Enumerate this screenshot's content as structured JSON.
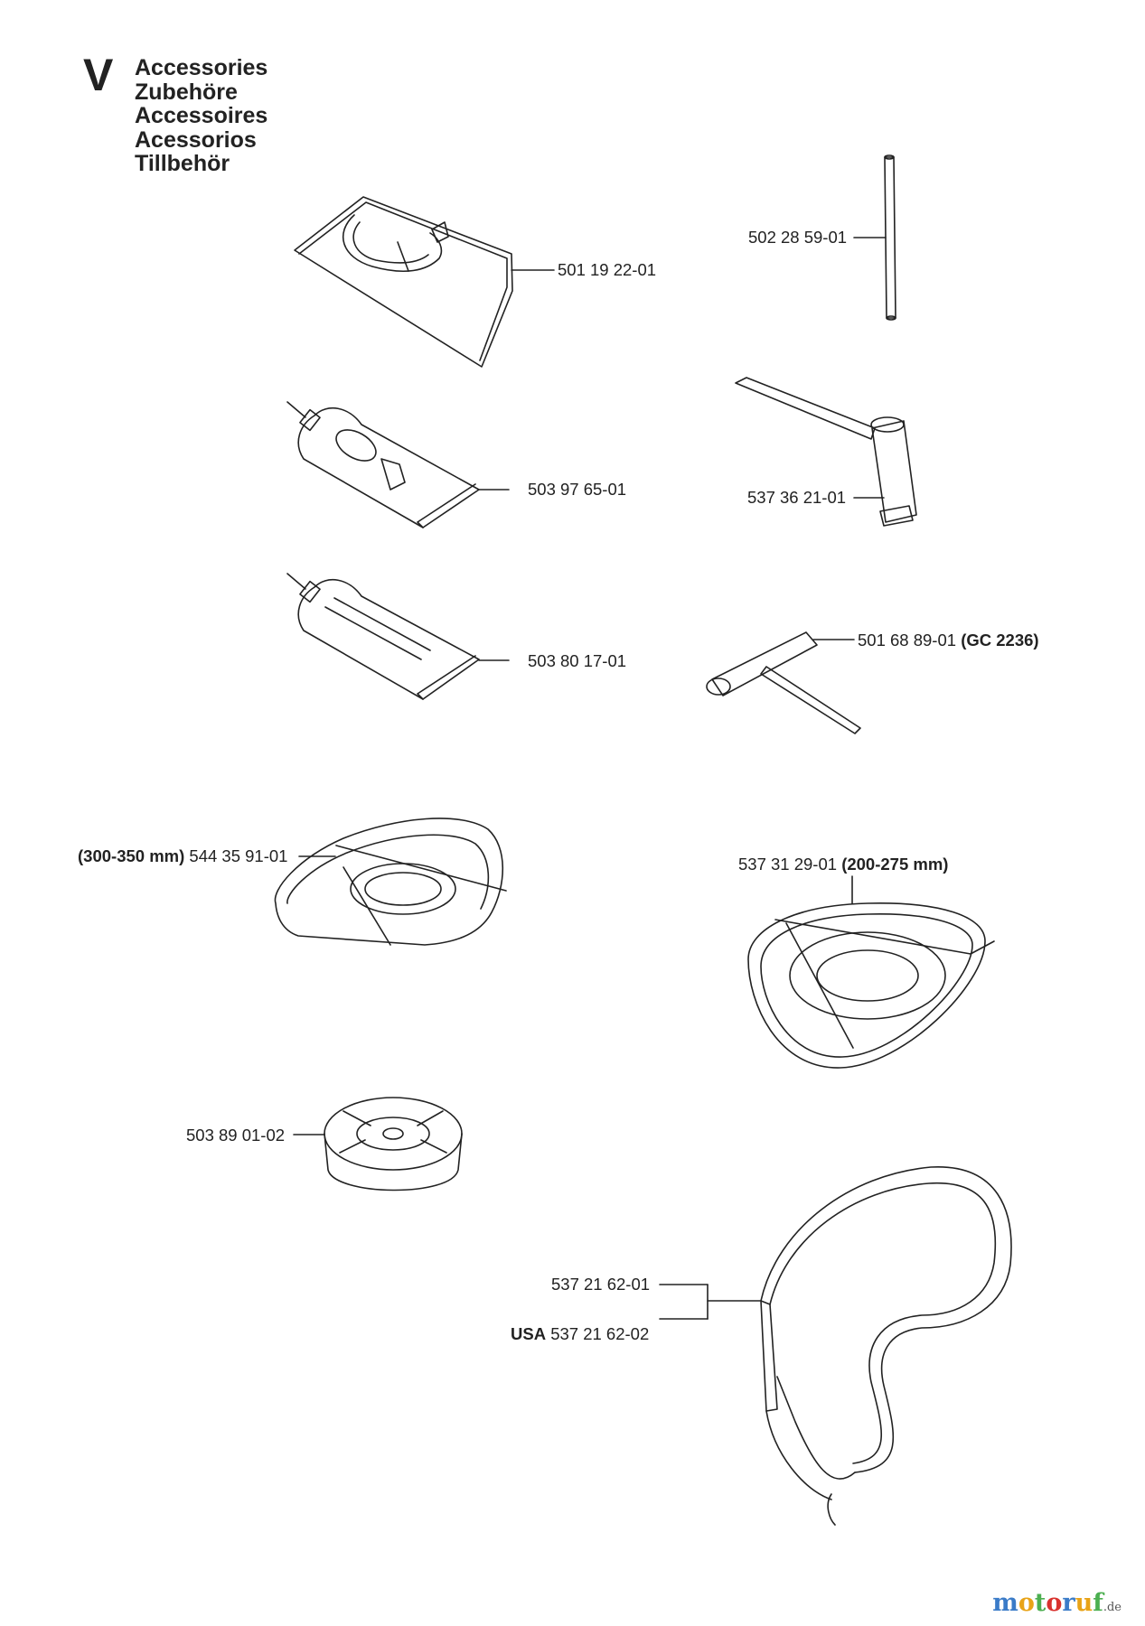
{
  "header": {
    "section": "V",
    "titles": [
      "Accessories",
      "Zubehöre",
      "Accessoires",
      "Acessorios",
      "Tillbehör"
    ]
  },
  "parts": {
    "p1": {
      "number": "501 19 22-01",
      "note": ""
    },
    "p2": {
      "number": "502 28 59-01",
      "note": ""
    },
    "p3": {
      "number": "503 97 65-01",
      "note": ""
    },
    "p4": {
      "number": "537 36 21-01",
      "note": ""
    },
    "p5": {
      "number": "503 80 17-01",
      "note": ""
    },
    "p6": {
      "number": "501 68 89-01",
      "note": "(GC 2236)"
    },
    "p7": {
      "number": "544 35 91-01",
      "prefix": "(300-350 mm)"
    },
    "p8": {
      "number": "537 31 29-01",
      "note": "(200-275 mm)"
    },
    "p9": {
      "number": "503 89 01-02",
      "note": ""
    },
    "p10": {
      "number": "537 21 62-01",
      "note": ""
    },
    "p11": {
      "number": "537 21 62-02",
      "prefix": "USA"
    }
  },
  "watermark": {
    "letters": [
      "m",
      "o",
      "t",
      "o",
      "r",
      "u",
      "f"
    ],
    "colors": [
      "#3a7bc8",
      "#e8a317",
      "#4caf50",
      "#d9322e",
      "#3a7bc8",
      "#e8a317",
      "#4caf50"
    ],
    "suffix": ".de"
  }
}
